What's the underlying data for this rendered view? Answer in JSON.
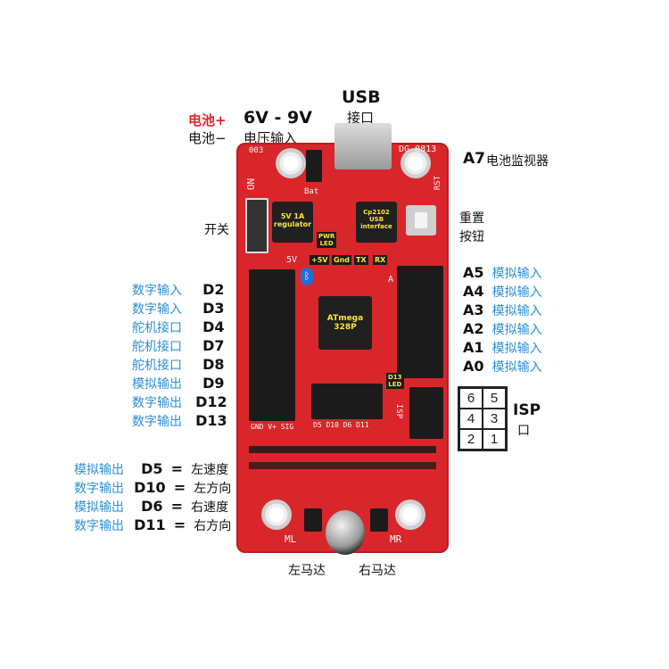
{
  "top": {
    "usb_title": "USB",
    "usb_sub": "接口",
    "battery_plus": "电池+",
    "battery_minus": "电池−",
    "voltage_range": "6V - 9V",
    "voltage_input": "电压输入",
    "a7_label": "A7",
    "a7_desc": "电池监视器"
  },
  "right": {
    "reset_line1": "重置",
    "reset_line2": "按钮",
    "analog_inputs": [
      {
        "pin": "A5",
        "desc": "模拟输入"
      },
      {
        "pin": "A4",
        "desc": "模拟输入"
      },
      {
        "pin": "A3",
        "desc": "模拟输入"
      },
      {
        "pin": "A2",
        "desc": "模拟输入"
      },
      {
        "pin": "A1",
        "desc": "模拟输入"
      },
      {
        "pin": "A0",
        "desc": "模拟输入"
      }
    ],
    "isp_title": "ISP",
    "isp_sub": "口",
    "isp_numbers": [
      "6",
      "5",
      "4",
      "3",
      "2",
      "1"
    ]
  },
  "left": {
    "switch_label": "开关",
    "digital_pins": [
      {
        "desc": "数字输入",
        "pin": "D2"
      },
      {
        "desc": "数字输入",
        "pin": "D3"
      },
      {
        "desc": "舵机接口",
        "pin": "D4"
      },
      {
        "desc": "舵机接口",
        "pin": "D7"
      },
      {
        "desc": "舵机接口",
        "pin": "D8"
      },
      {
        "desc": "模拟输出",
        "pin": "D9"
      },
      {
        "desc": "数字输出",
        "pin": "D12"
      },
      {
        "desc": "数字输出",
        "pin": "D13"
      }
    ],
    "motor_pins": [
      {
        "desc": "模拟输出",
        "pin": "D5",
        "eq": "=",
        "func": "左速度"
      },
      {
        "desc": "数字输出",
        "pin": "D10",
        "eq": "=",
        "func": "左方向"
      },
      {
        "desc": "模拟输出",
        "pin": "D6",
        "eq": "=",
        "func": "右速度"
      },
      {
        "desc": "数字输出",
        "pin": "D11",
        "eq": "=",
        "func": "右方向"
      }
    ]
  },
  "bottom": {
    "left_motor": "左马达",
    "right_motor": "右马达"
  },
  "board": {
    "model": "DG-0813",
    "code": "003",
    "on_label": "ON",
    "bat_label": "Bat",
    "rst_label": "RST",
    "regulator_line1": "5V 1A",
    "regulator_line2": "regulator",
    "usb_chip_line1": "Cp2102",
    "usb_chip_line2": "USB",
    "usb_chip_line3": "interface",
    "mcu_line1": "ATmega",
    "mcu_line2": "328P",
    "pwr_led_line1": "PWR",
    "pwr_led_line2": "LED",
    "d13_led_line1": "D13",
    "d13_led_line2": "LED",
    "plus5v": "+5V",
    "gnd": "Gnd",
    "tx": "TX",
    "rx": "RX",
    "five_v": "5V",
    "header_labels": "GND V+ SIG",
    "bottom_pins": "D5 D10 D6 D11",
    "isp_silk": "ISP",
    "ml": "ML",
    "mr": "MR",
    "a_silk": "A"
  },
  "colors": {
    "board_red": "#d9262b",
    "label_blue": "#2a8fd6",
    "label_red": "#e0242a"
  }
}
